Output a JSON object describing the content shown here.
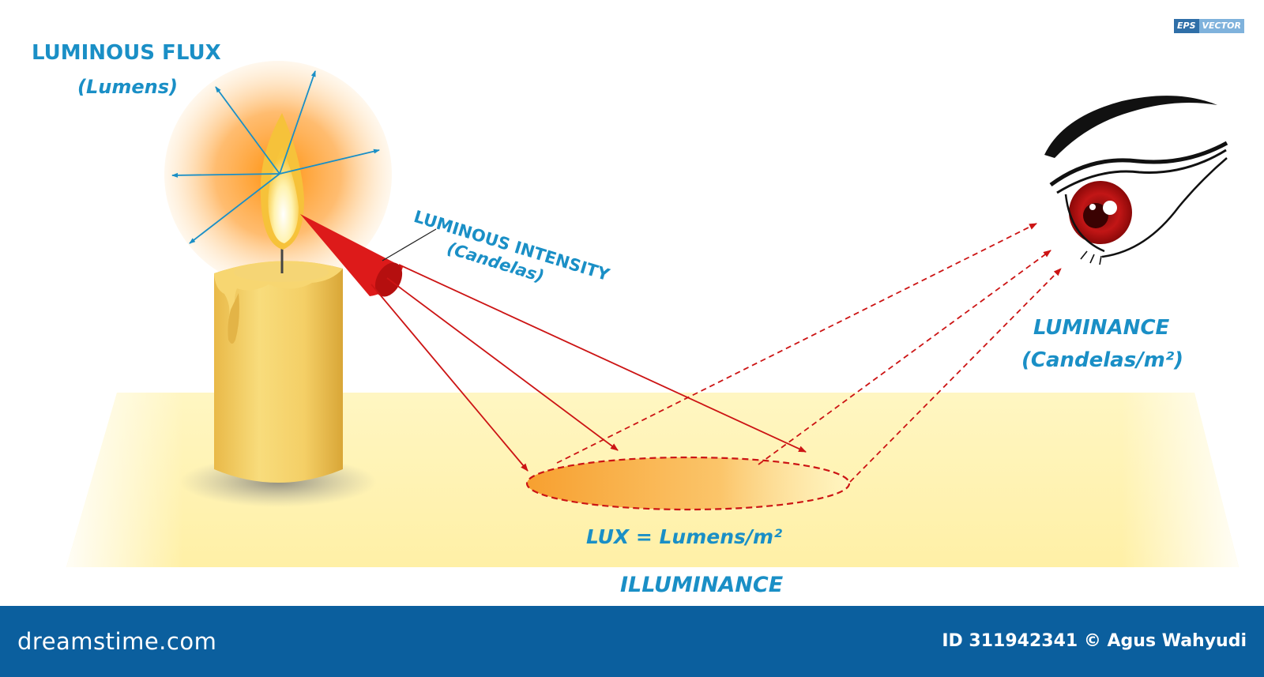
{
  "labels": {
    "luminous_flux": "LUMINOUS FLUX",
    "luminous_flux_unit": "(Lumens)",
    "luminous_intensity": "LUMINOUS INTENSITY",
    "luminous_intensity_unit": "(Candelas)",
    "luminance": "LUMINANCE",
    "luminance_unit": "(Candelas/m²)",
    "lux_formula": "LUX = Lumens/m²",
    "illuminance": "ILLUMINANCE"
  },
  "badge": {
    "eps": "EPS",
    "vector": "VECTOR"
  },
  "footer": {
    "brand": "dreamstime.com",
    "credit": "ID 311942341 © Agus Wahyudi"
  },
  "colors": {
    "label_blue": "#1a8fc6",
    "ray_red": "#cc1414",
    "cone_red": "#dd1a1a",
    "candle_yellow": "#f3d064",
    "glow_orange": "#ff8c00",
    "floor_yellow": "#fff5b8",
    "footer_blue": "#0b5f9e"
  },
  "icons": [
    "candle-icon",
    "flame-icon",
    "eye-icon",
    "cone-icon"
  ]
}
